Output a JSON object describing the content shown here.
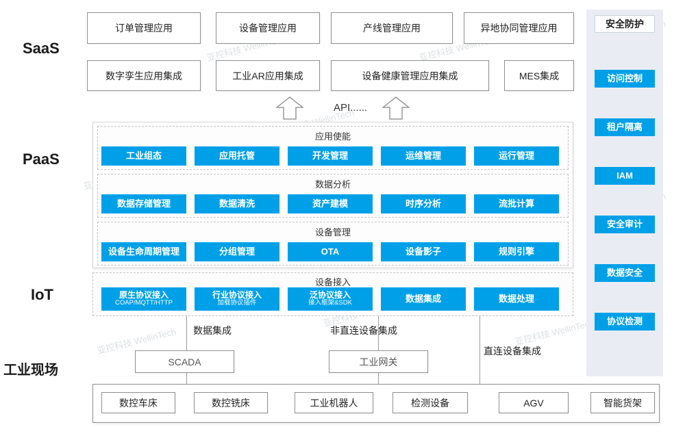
{
  "layers": {
    "saas": "SaaS",
    "paas": "PaaS",
    "iot": "IoT",
    "field": "工业现场"
  },
  "saas": {
    "row1": [
      "订单管理应用",
      "设备管理应用",
      "产线管理应用",
      "异地协同管理应用"
    ],
    "row2": [
      "数字孪生应用集成",
      "工业AR应用集成",
      "设备健康管理应用集成",
      "MES集成"
    ]
  },
  "api": {
    "label": "API......"
  },
  "paas": {
    "groups": [
      {
        "title": "应用使能",
        "items": [
          "工业组态",
          "应用托管",
          "开发管理",
          "运维管理",
          "运行管理"
        ]
      },
      {
        "title": "数据分析",
        "items": [
          "数据存储管理",
          "数据清洗",
          "资产建模",
          "时序分析",
          "流批计算"
        ]
      },
      {
        "title": "设备管理",
        "items": [
          "设备生命周期管理",
          "分组管理",
          "OTA",
          "设备影子",
          "规则引擎"
        ]
      }
    ]
  },
  "iot": {
    "title": "设备接入",
    "items": [
      {
        "label": "原生协议接入",
        "sub": "COAP/MQTT/HTTP"
      },
      {
        "label": "行业协议接入",
        "sub": "加载协议插件"
      },
      {
        "label": "泛协议接入",
        "sub": "接入框架&SDK"
      },
      {
        "label": "数据集成",
        "sub": ""
      },
      {
        "label": "数据处理",
        "sub": ""
      }
    ]
  },
  "connections": {
    "scada_link_label": "数据集成",
    "gateway_link_label": "非直连设备集成",
    "direct_link_label": "直连设备集成",
    "scada": "SCADA",
    "gateway": "工业网关"
  },
  "field": {
    "devices": [
      "数控车床",
      "数控铣床",
      "工业机器人",
      "检测设备",
      "AGV",
      "智能货架"
    ]
  },
  "security": {
    "title": "安全防护",
    "items": [
      "访问控制",
      "租户隔离",
      "IAM",
      "安全审计",
      "数据安全",
      "协议检测"
    ]
  },
  "watermark": {
    "text": "亚控科技 WellinTech"
  },
  "colors": {
    "accent": "#00a0e9"
  }
}
